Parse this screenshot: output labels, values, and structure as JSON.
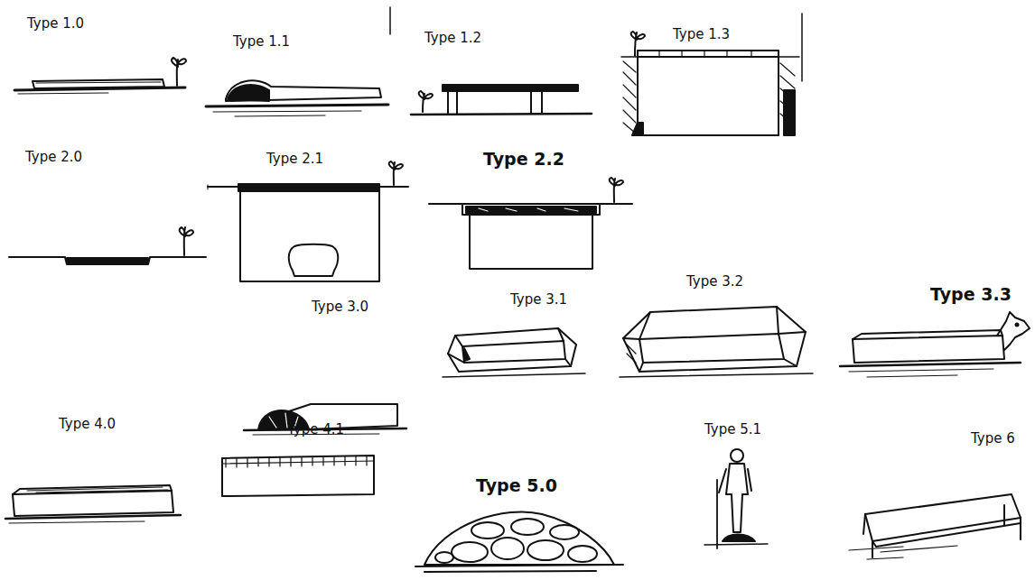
{
  "diagram": {
    "labels": [
      "Type 1.0",
      "Type 1.1",
      "Type 1.2",
      "Type 1.3",
      "Type 2.0",
      "Type 2.1",
      "Type 2.2",
      "Type 3.0",
      "Type 3.1",
      "Type 3.2",
      "Type 3.3",
      "Type 4.0",
      "Type 4.1",
      "Type 5.0",
      "Type 5.1",
      "Type 6"
    ]
  }
}
